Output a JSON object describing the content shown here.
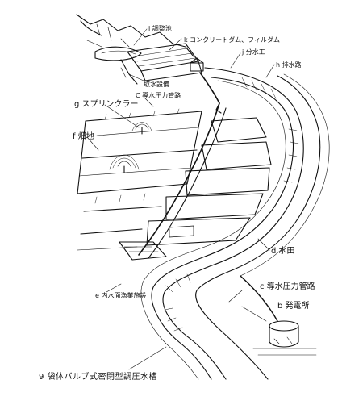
{
  "labels": {
    "i": "i 調整池",
    "k": "k コンクリートダム、フィルダム",
    "j": "j 分水工",
    "h": "h 排水路",
    "water_intake": "取水設備",
    "c_top": "C 導水圧力管路",
    "g": "g スプリンクラー",
    "f": "f 畑地",
    "d": "d 水田",
    "e": "e 内水面漁業施設",
    "c_bottom": "c 導水圧力管路",
    "b": "b 発電所"
  },
  "caption": "9 袋体バルブ式密閉型調圧水槽",
  "colors": {
    "ink": "#111111",
    "paper": "#ffffff"
  }
}
